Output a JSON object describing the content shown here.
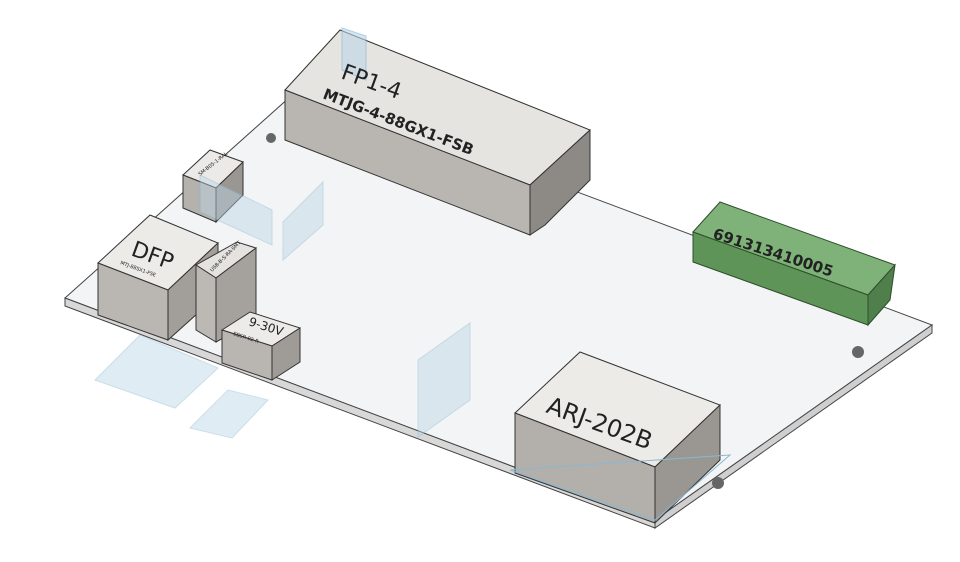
{
  "components": {
    "fp": {
      "ref": "FP1-4",
      "part": "MTJG-4-88GX1-FSB"
    },
    "dfp": {
      "ref": "DFP",
      "part": "MTJ-88SX1-FSE"
    },
    "usb": {
      "part": "USB-B-S-RA-SMT"
    },
    "small_top": {
      "part": "SM-B05-1-RAL"
    },
    "power": {
      "ref": "9-30V",
      "part": "EBSR-02-R"
    },
    "terminal": {
      "part": "691313410005"
    },
    "rj": {
      "ref": "ARJ-202B"
    }
  },
  "colors": {
    "board": "#f2f3f4",
    "component": "#c9c6c2",
    "terminal": "#6fa36a",
    "plane": "#9fc3d8"
  }
}
